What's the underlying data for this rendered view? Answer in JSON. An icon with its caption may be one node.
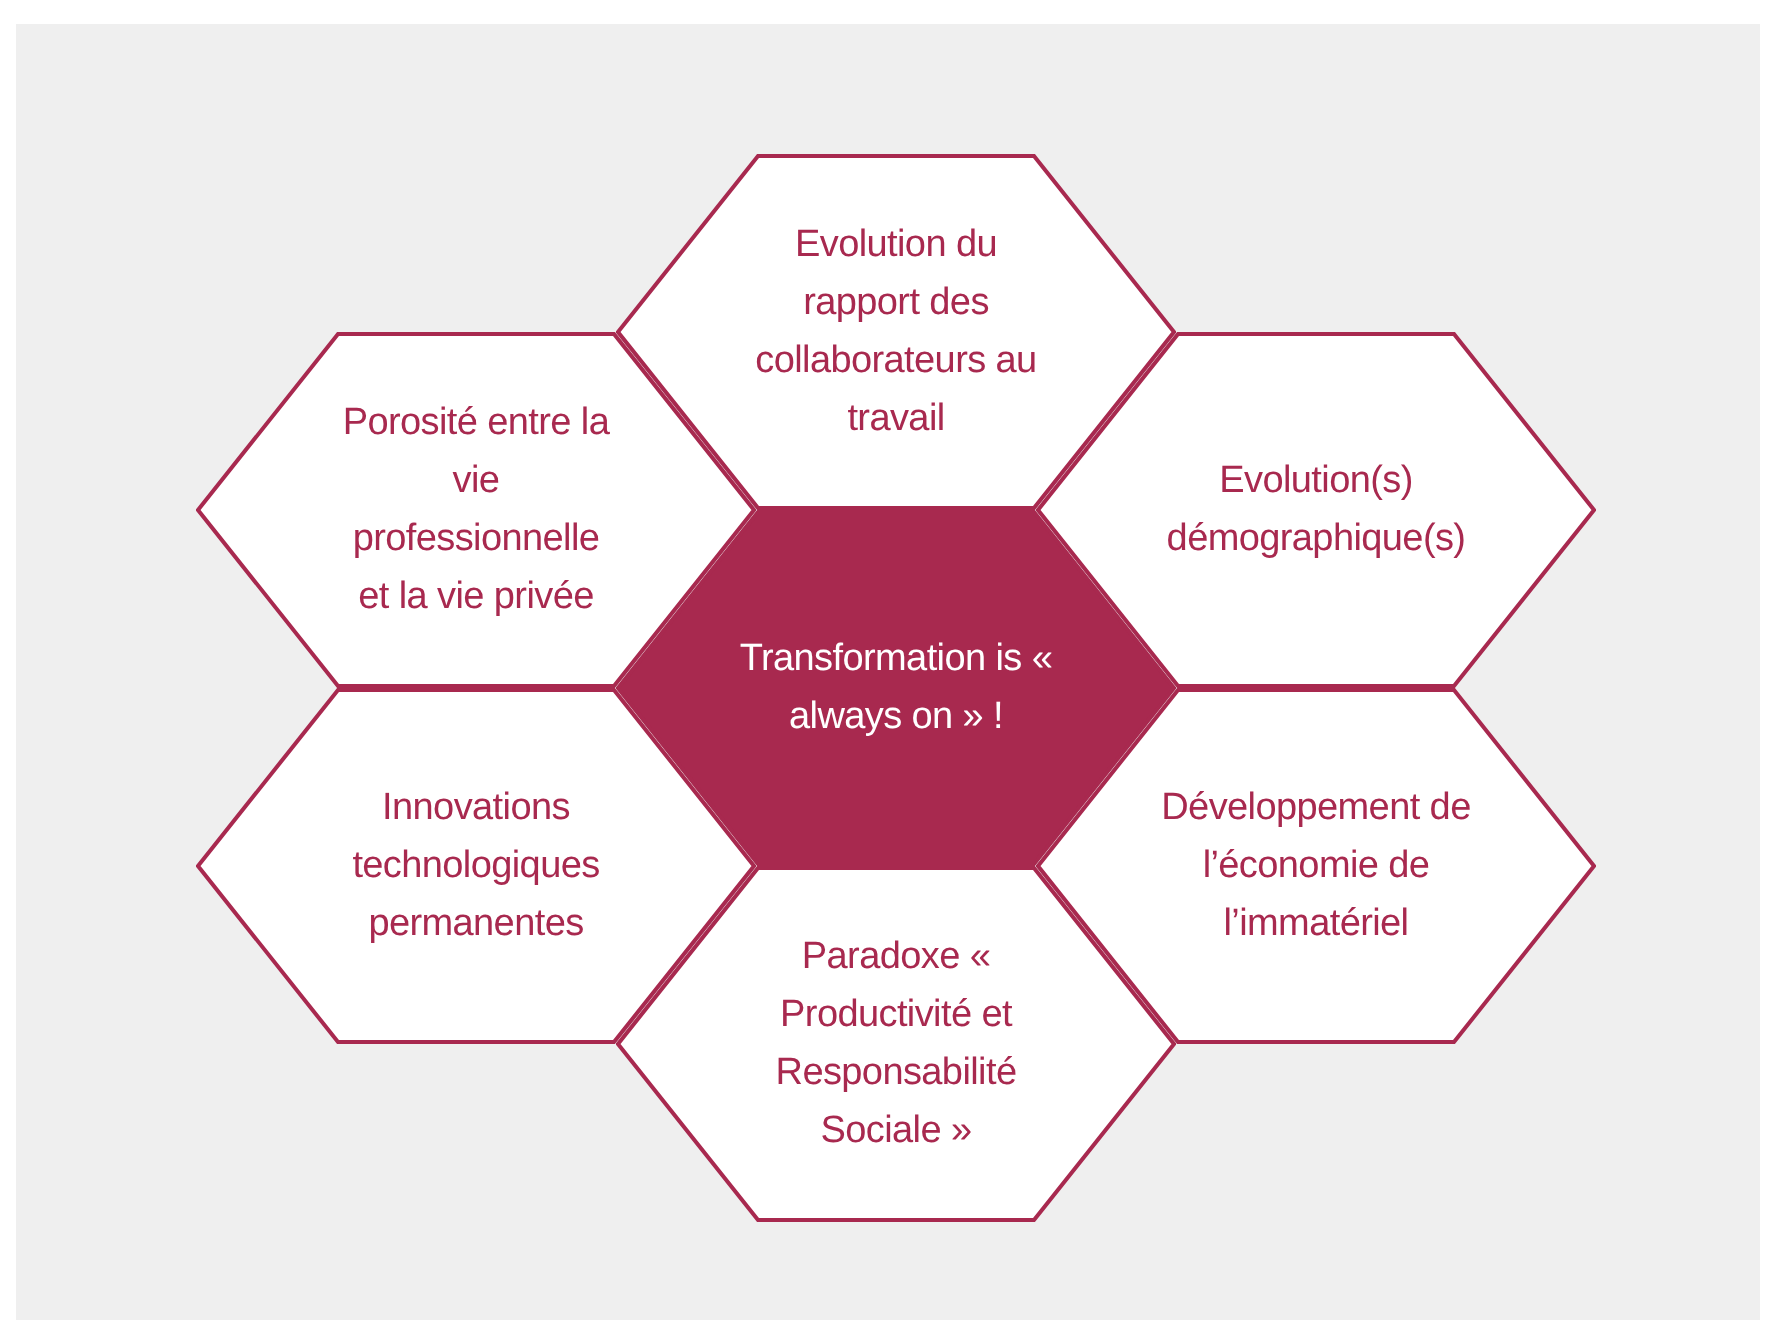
{
  "diagram": {
    "nodes": [
      {
        "text": [
          "Evolution du rapport des collaborateurs au travail"
        ]
      },
      {
        "text": [
          "Porosité entre la vie professionnelle et la vie privée"
        ]
      },
      {
        "text": [
          "Evolution(s) démographique(s)"
        ]
      },
      {
        "text": [
          "Transformation is « always on » !"
        ]
      },
      {
        "text": [
          "Innovations technologiques permanentes"
        ]
      },
      {
        "text": [
          "Développement de l’économie de l’immatériel"
        ]
      },
      {
        "text": [
          "Paradoxe « Productivité et Responsabilité Sociale »"
        ]
      }
    ]
  }
}
